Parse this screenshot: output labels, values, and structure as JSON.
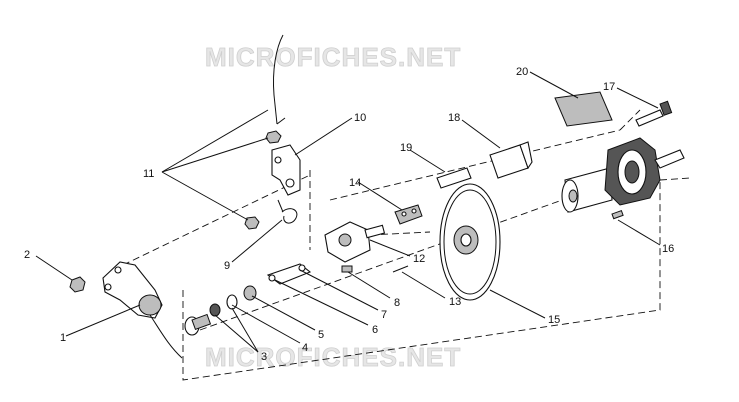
{
  "watermark": {
    "top": "MICROFICHES.NET",
    "bottom": "MICROFICHES.NET"
  },
  "callouts": [
    "1",
    "2",
    "3",
    "4",
    "5",
    "6",
    "7",
    "8",
    "9",
    "10",
    "11",
    "12",
    "13",
    "14",
    "15",
    "16",
    "17",
    "18",
    "19",
    "20"
  ]
}
